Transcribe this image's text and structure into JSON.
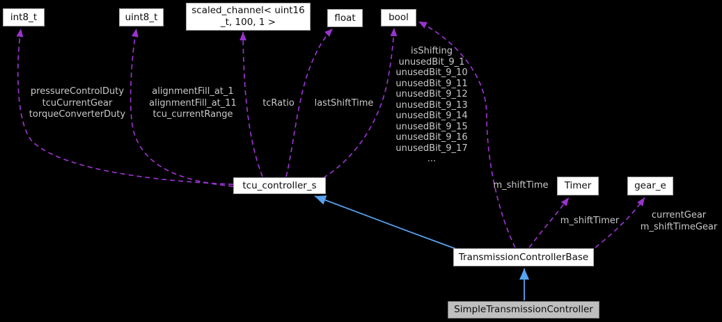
{
  "diagram": {
    "kind": "collaboration-graph",
    "colors": {
      "background": "#000000",
      "node_fill": "#ffffff",
      "node_border": "#a3a3a3",
      "focus_node_fill": "#bfbfbf",
      "node_text": "#0d0d0d",
      "usage_edge": "#9a33cc",
      "inheritance_edge": "#57a2f1",
      "edge_label_text": "#c9c9c9"
    },
    "nodes": {
      "int8_t": {
        "label": "int8_t"
      },
      "uint8_t": {
        "label": "uint8_t"
      },
      "scaled_channel": {
        "label": "scaled_channel< uint16\n_t, 100, 1 >"
      },
      "float": {
        "label": "float"
      },
      "bool": {
        "label": "bool"
      },
      "tcu_controller_s": {
        "label": "tcu_controller_s"
      },
      "timer": {
        "label": "Timer"
      },
      "gear_e": {
        "label": "gear_e"
      },
      "transmission_controller_base": {
        "label": "TransmissionControllerBase"
      },
      "simple_transmission_controller": {
        "label": "SimpleTransmissionController"
      }
    },
    "edge_labels": {
      "int8_members": "pressureControlDuty\ntcuCurrentGear\ntorqueConverterDuty",
      "uint8_members": "alignmentFill_at_1\nalignmentFill_at_11\ntcu_currentRange",
      "scaled_channel_member": "tcRatio",
      "float_member": "lastShiftTime",
      "bool_members": "isShifting\nunusedBit_9_1\nunusedBit_9_10\nunusedBit_9_11\nunusedBit_9_12\nunusedBit_9_13\nunusedBit_9_14\nunusedBit_9_15\nunusedBit_9_16\nunusedBit_9_17\n...",
      "shift_time_member": "m_shiftTime",
      "shift_timer_member": "m_shiftTimer",
      "gear_members": "currentGear\nm_shiftTimeGear"
    }
  }
}
